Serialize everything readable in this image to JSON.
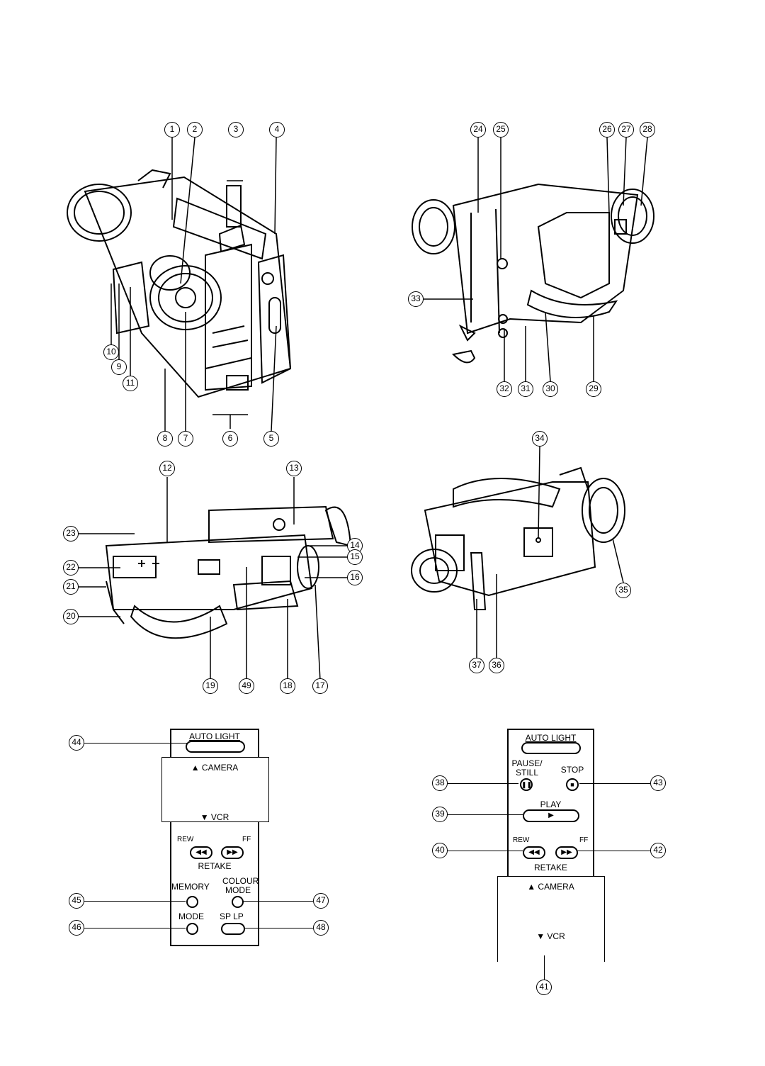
{
  "callouts": {
    "n1": "1",
    "n2": "2",
    "n3": "3",
    "n4": "4",
    "n5": "5",
    "n6": "6",
    "n7": "7",
    "n8": "8",
    "n9": "9",
    "n10": "10",
    "n11": "11",
    "n12": "12",
    "n13": "13",
    "n14": "14",
    "n15": "15",
    "n16": "16",
    "n17": "17",
    "n18": "18",
    "n19": "19",
    "n20": "20",
    "n21": "21",
    "n22": "22",
    "n23": "23",
    "n24": "24",
    "n25": "25",
    "n26": "26",
    "n27": "27",
    "n28": "28",
    "n29": "29",
    "n30": "30",
    "n31": "31",
    "n32": "32",
    "n33": "33",
    "n34": "34",
    "n35": "35",
    "n36": "36",
    "n37": "37",
    "n38": "38",
    "n39": "39",
    "n40": "40",
    "n41": "41",
    "n42": "42",
    "n43": "43",
    "n44": "44",
    "n45": "45",
    "n46": "46",
    "n47": "47",
    "n48": "48",
    "n49": "49"
  },
  "left_panel": {
    "auto_light": "AUTO LIGHT",
    "camera": "▲ CAMERA",
    "vcr": "▼ VCR",
    "rew": "REW",
    "ff": "FF",
    "retake": "RETAKE",
    "memory": "MEMORY",
    "colour": "COLOUR",
    "colour_mode": "MODE",
    "mode": "MODE",
    "sp_lp": "SP LP"
  },
  "right_panel": {
    "auto_light": "AUTO LIGHT",
    "pause": "PAUSE/",
    "still": "STILL",
    "stop": "STOP",
    "play": "PLAY",
    "rew": "REW",
    "ff": "FF",
    "retake": "RETAKE",
    "camera": "▲ CAMERA",
    "vcr": "▼ VCR"
  }
}
